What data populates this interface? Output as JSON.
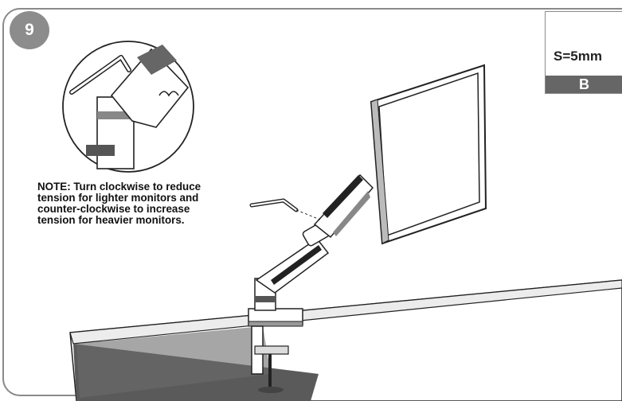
{
  "step": {
    "number": "9"
  },
  "tool": {
    "size_label": "S=5mm",
    "id_label": "B",
    "icon": "hex-key-icon"
  },
  "note": {
    "lines": [
      "NOTE: Turn clockwise to reduce",
      "tension for lighter monitors and",
      "counter-clockwise to increase",
      "tension for heavier monitors."
    ]
  },
  "colors": {
    "frame": "#8a8a8a",
    "badge": "#8c8c8c",
    "tool_bar": "#666666",
    "desk_edge": "#555555"
  }
}
